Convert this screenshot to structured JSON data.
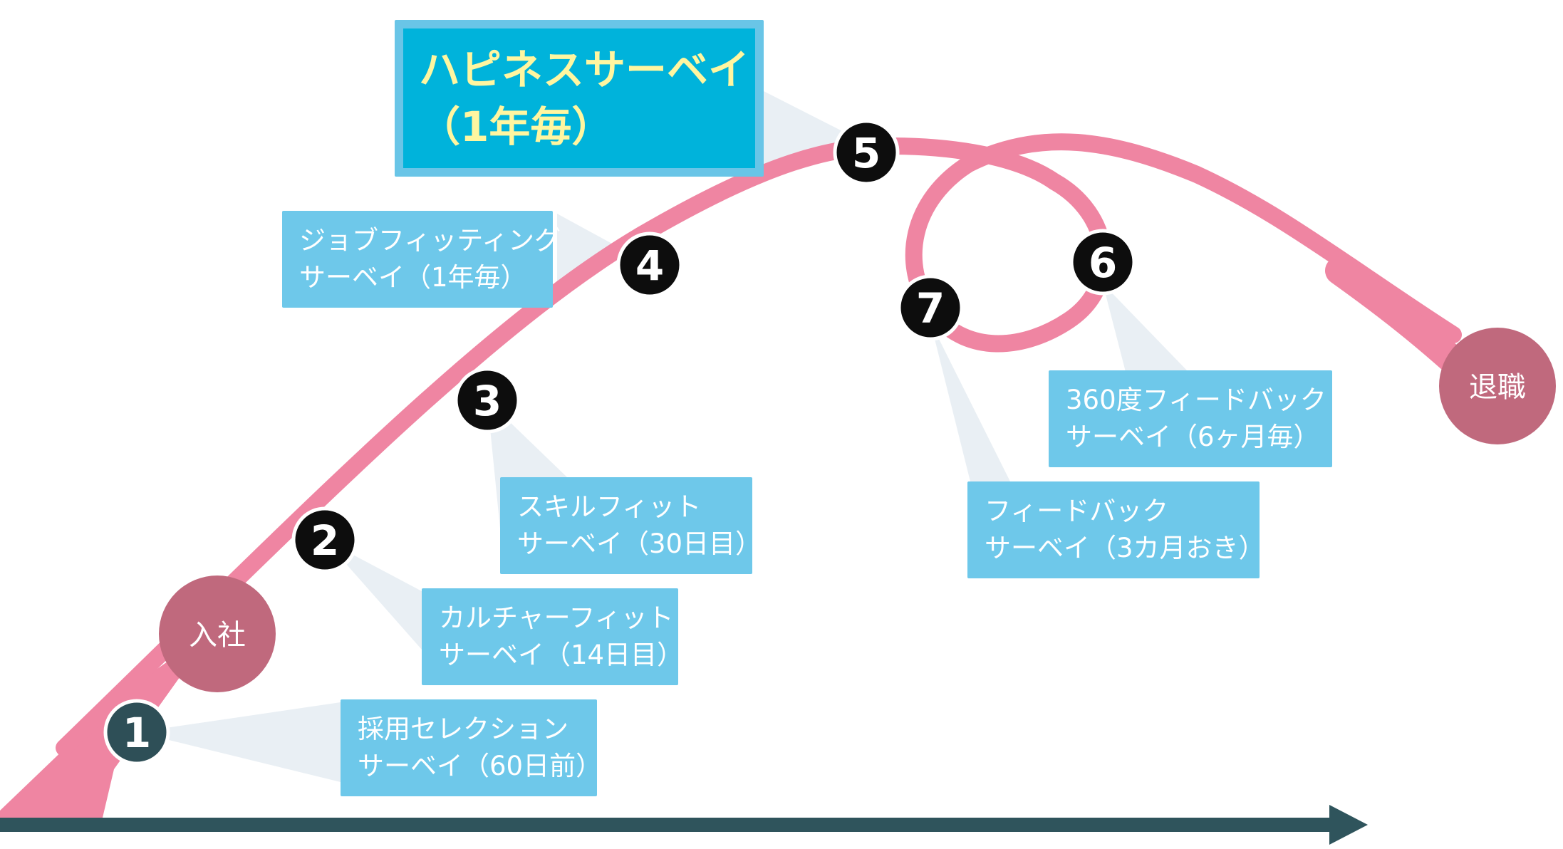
{
  "colors": {
    "curve": "#ef85a2",
    "axis": "#2f545c",
    "marker": "#0d0d0d",
    "marker1": "#2e4f57",
    "milestone": "#c0697d",
    "box": "#6ec8ea",
    "box_main": "#00b3db",
    "callout": "#e9eff4",
    "main_text": "#fff6a0"
  },
  "milestones": {
    "join": "入社",
    "leave": "退職"
  },
  "markers": [
    "1",
    "2",
    "3",
    "4",
    "5",
    "6",
    "7"
  ],
  "surveys": {
    "s1": [
      "採用セレクション",
      "サーベイ（60日前）"
    ],
    "s2": [
      "カルチャーフィット",
      "サーベイ（14日目）"
    ],
    "s3": [
      "スキルフィット",
      "サーベイ（30日目）"
    ],
    "s4": [
      "ジョブフィッティング",
      "サーベイ（1年毎）"
    ],
    "s5": [
      "ハピネスサーベイ",
      "（1年毎）"
    ],
    "s6": [
      "360度フィードバック",
      "サーベイ（6ヶ月毎）"
    ],
    "s7": [
      "フィードバック",
      "サーベイ（3カ月おき）"
    ]
  }
}
